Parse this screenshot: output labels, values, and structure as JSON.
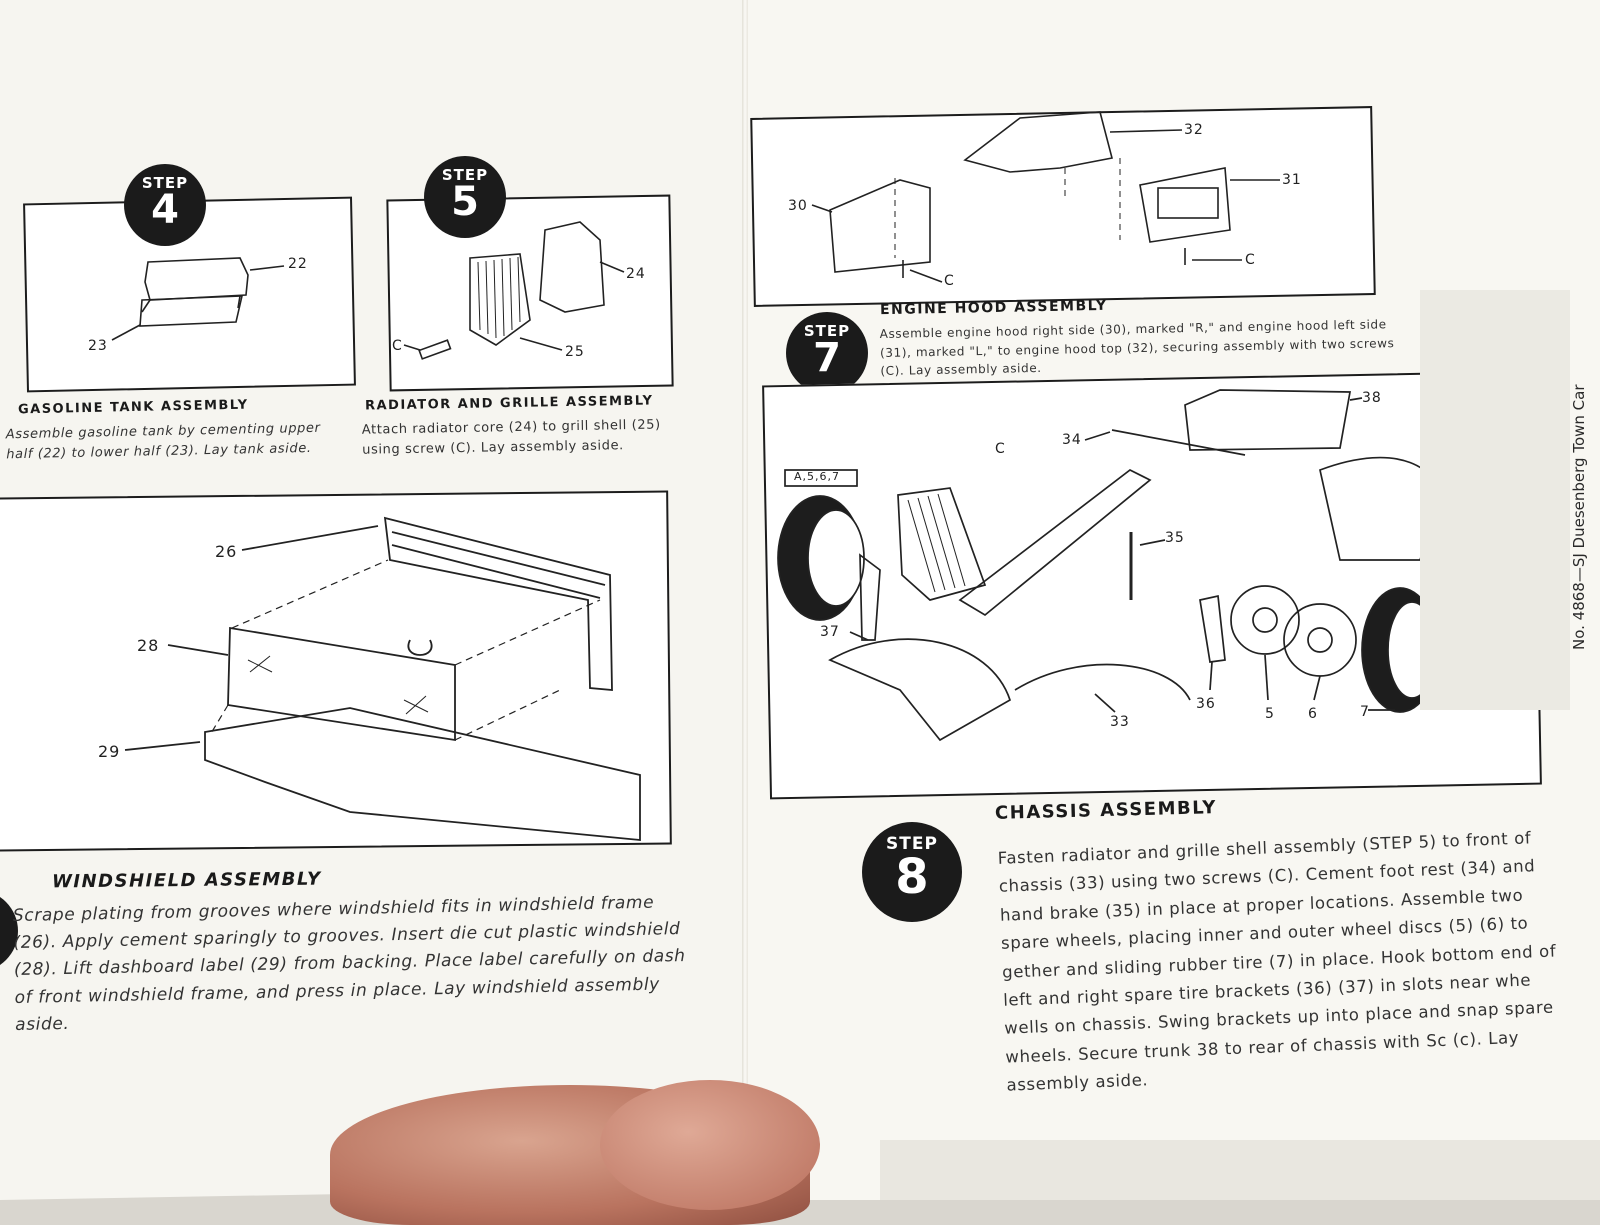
{
  "step4": {
    "badge_word": "STEP",
    "badge_num": "4",
    "title": "GASOLINE TANK ASSEMBLY",
    "text": "Assemble gasoline tank by cementing upper half (22) to lower half (23). Lay tank aside.",
    "callouts": [
      "22",
      "23"
    ]
  },
  "step5": {
    "badge_word": "STEP",
    "badge_num": "5",
    "title": "RADIATOR AND GRILLE ASSEMBLY",
    "text": "Attach radiator core (24) to grill shell (25) using screw (C). Lay assembly aside.",
    "callouts": [
      "24",
      "25",
      "C"
    ]
  },
  "step6": {
    "title": "WINDSHIELD ASSEMBLY",
    "text": "Scrape plating from grooves where windshield fits in windshield frame (26). Apply cement sparingly to grooves. Insert die cut plastic windshield (28). Lift dashboard label (29) from backing. Place label carefully on dash of front windshield frame, and press in place. Lay windshield assembly aside.",
    "callouts": [
      "26",
      "28",
      "29"
    ]
  },
  "step7": {
    "badge_word": "STEP",
    "badge_num": "7",
    "title": "ENGINE HOOD ASSEMBLY",
    "text": "Assemble engine hood right side (30), marked \"R,\" and engine hood left side (31), marked \"L,\" to engine hood top (32), securing assembly with two screws (C). Lay assembly aside.",
    "callouts": [
      "30",
      "31",
      "32",
      "C",
      "C"
    ]
  },
  "step8": {
    "badge_word": "STEP",
    "badge_num": "8",
    "title": "CHASSIS ASSEMBLY",
    "text": "Fasten radiator and grille shell assembly (STEP 5) to front of chassis (33) using two screws (C). Cement foot rest (34) and hand brake (35) in place at proper locations. Assemble two spare wheels, placing inner and outer wheel discs (5) (6) to gether and sliding rubber tire (7) in place. Hook bottom end of left and right spare tire brackets (36) (37) in slots near whe wells on chassis. Swing brackets up into place and snap spare wheels. Secure trunk 38 to rear of chassis with Sc (c). Lay assembly aside.",
    "callouts": [
      "38",
      "34",
      "C",
      "35",
      "A,5,6,7",
      "37",
      "36",
      "5",
      "6",
      "7",
      "33",
      "C"
    ]
  },
  "spine": {
    "text": "No. 4868—SJ Duesenberg Town Car"
  }
}
